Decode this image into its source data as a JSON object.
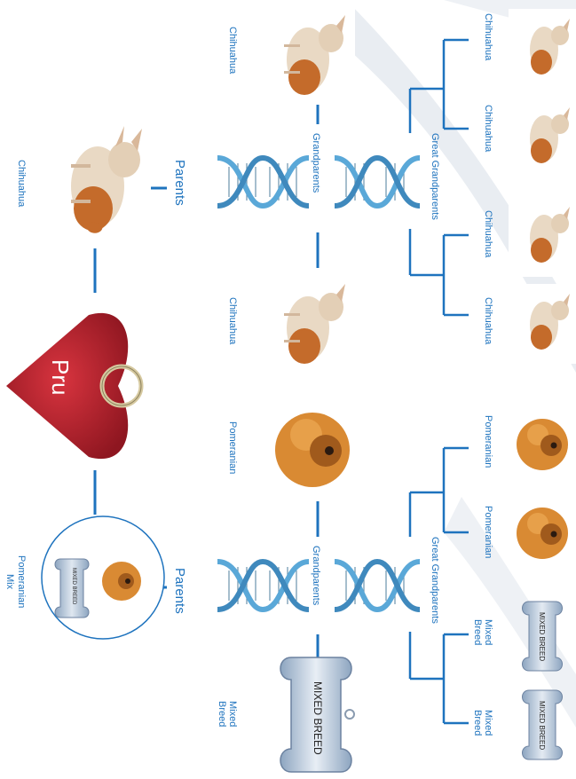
{
  "pet_name": "Pru",
  "left_parent": {
    "breed": "Chihuahua",
    "label_parents": "Parents",
    "label_grandparents": "Grandparents",
    "label_great": "Great Grandparents",
    "grandparents": [
      "Chihuahua",
      "Chihuahua"
    ],
    "great_grandparents": [
      "Chihuahua",
      "Chihuahua",
      "Chihuahua",
      "Chihuahua"
    ]
  },
  "right_parent": {
    "breed_line1": "Pomeranian",
    "breed_line2": "Mix",
    "label_parents": "Parents",
    "label_grandparents": "Grandparents",
    "label_great": "Great Grandparents",
    "grandparents": [
      "Pomeranian",
      "Mixed Breed"
    ],
    "great_grandparents": [
      "Pomeranian",
      "Pomeranian",
      "Mixed Breed",
      "Mixed Breed"
    ]
  },
  "tag_text": "MIXED BREED",
  "colors": {
    "line": "#1e73be",
    "heart": "#b5202c",
    "dna": "#5aa8d8"
  }
}
